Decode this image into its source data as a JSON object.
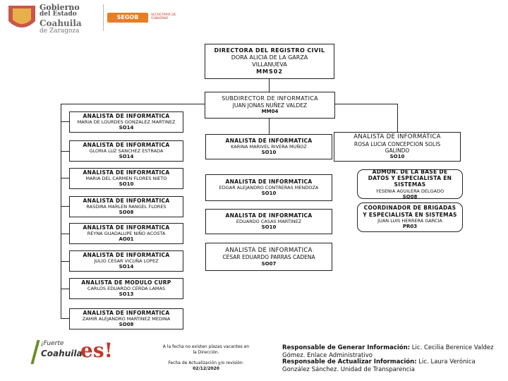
{
  "header": {
    "logo_line1": "Gobierno",
    "logo_line2": "del Estado",
    "logo_line3": "Coahuila",
    "logo_line4": "de Zaragoza",
    "badge": "SEGOB",
    "badge_sub": "SECRETARÍA DE GOBIERNO"
  },
  "director": {
    "title": "DIRECTORA DEL REGISTRO CIVIL",
    "name": "DORA ALICIA DE LA GARZA VILLANUEVA",
    "code": "MMS02"
  },
  "subdirector": {
    "title": "SUBDIRECTOR DE INFORMATICA",
    "name": "JUAN JONAS NUÑEZ VALDEZ",
    "code": "MM04"
  },
  "left_column": [
    {
      "title": "ANALISTA DE INFORMATICA",
      "name": "MARIA DE LOURDES GONZALEZ MARTINEZ",
      "code": "SO14"
    },
    {
      "title": "ANALISTA DE INFORMATICA",
      "name": "GLORIA LUZ SANCHEZ ESTRADA",
      "code": "SO14"
    },
    {
      "title": "ANALISTA DE INFORMATICA",
      "name": "MARIA DEL CARMEN FLORES NIETO",
      "code": "SO10"
    },
    {
      "title": "ANALISTA DE INFORMATICA",
      "name": "RASDIRA MARLEN RANGEL FLORES",
      "code": "SO08"
    },
    {
      "title": "ANALISTA DE INFORMATICA",
      "name": "REYNA GUADALUPE NIÑO ACOSTA",
      "code": "AO01"
    },
    {
      "title": "ANALISTA DE INFORMATICA",
      "name": "JULIO CESAR VICUÑA LOPEZ",
      "code": "SO14"
    },
    {
      "title": "ANALISTA DE MODULO CURP",
      "name": "CARLOS EDUARDO CERDA LAMAS",
      "code": "SO13"
    },
    {
      "title": "ANALISTA DE INFORMATICA",
      "name": "ZAMIR ALEJANDRO MARTINEZ MEDINA",
      "code": "SO08"
    }
  ],
  "middle_column": [
    {
      "title": "ANALISTA DE INFORMATICA",
      "name": "KARINA MARIVEL RIVERA MUÑOZ",
      "code": "SO10"
    },
    {
      "title": "ANALISTA DE INFORMATICA",
      "name": "EDGAR ALEJANDRO CONTRERAS MENDOZA",
      "code": "SO10"
    },
    {
      "title": "ANALISTA DE INFORMATICA",
      "name": "EDUARDO CASAS MARTINEZ",
      "code": "SO10"
    },
    {
      "title": "ANALISTA DE INFORMATICA",
      "name": "CÉSAR EDUARDO PARRAS CADENA",
      "code": "SO07"
    }
  ],
  "right_column": [
    {
      "title": "ANALISTA DE INFORMÁTICA",
      "name": "ROSA LUCIA CONCEPCION SOLIS GALINDO",
      "code": "SO10"
    },
    {
      "title": "ADMON. DE LA BASE DE DATOS Y ESPECIALISTA EN SISTEMAS",
      "name": "YESENIA AGUILERA DELGADO",
      "code": "SO08"
    },
    {
      "title": "COORDINADOR DE BRIGADAS Y ESPECIALISTA EN SISTEMAS",
      "name": "JUAN LUIS HERRERA GARCIA",
      "code": "PR03"
    }
  ],
  "footer": {
    "logo_fuerte": "¡Fuerte",
    "logo_coahuila": "Coahuila",
    "logo_es": "es!",
    "note1": "A la fecha no existen plazas vacantes en la Dirección.",
    "note2": "Fecha de Actualización y/o revisión:",
    "note2_date": "02/12/2020",
    "resp1_label": "Responsable de Generar Información:",
    "resp1_value": "Lic. Cecilia Berenice Valdez Gómez. Enlace Administrativo",
    "resp2_label": "Responsable de Actualizar Información:",
    "resp2_value": "Lic. Laura Verónica González Sánchez. Unidad de Transparencia"
  },
  "colors": {
    "accent_red": "#c0392b",
    "accent_green": "#6b8e23",
    "accent_orange": "#e67e22"
  }
}
